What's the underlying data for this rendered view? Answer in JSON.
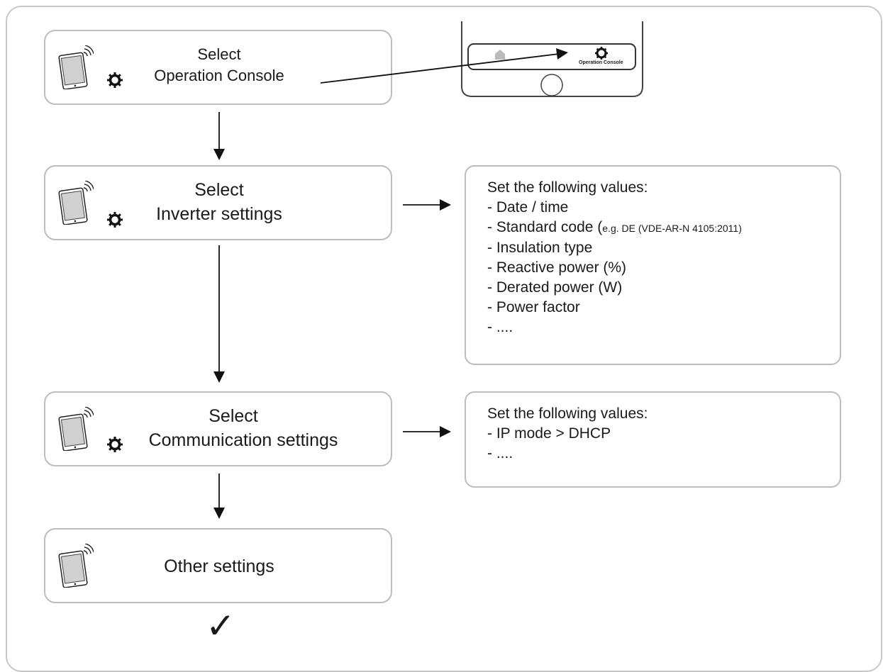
{
  "steps": [
    {
      "line1": "Select",
      "line2": "Operation Console"
    },
    {
      "line1": "Select",
      "line2": "Inverter settings"
    },
    {
      "line1": "Select",
      "line2": "Communication settings"
    },
    {
      "line1": "",
      "line2": "Other settings"
    }
  ],
  "phone": {
    "button_label": "Operation Console"
  },
  "inverter_values": {
    "heading": "Set the following values:",
    "items": [
      "- Date / time",
      "- Standard code (",
      "- Insulation type",
      "- Reactive power (%)",
      "- Derated power (W)",
      "- Power factor",
      "- ...."
    ],
    "standard_code_note": "e.g. DE (VDE-AR-N 4105:2011)"
  },
  "communication_values": {
    "heading": "Set the following values:",
    "items": [
      "- IP mode > DHCP",
      "- ...."
    ]
  },
  "check_symbol": "✓",
  "icons": [
    "tablet-icon",
    "gear-icon",
    "home-icon",
    "check-icon"
  ]
}
